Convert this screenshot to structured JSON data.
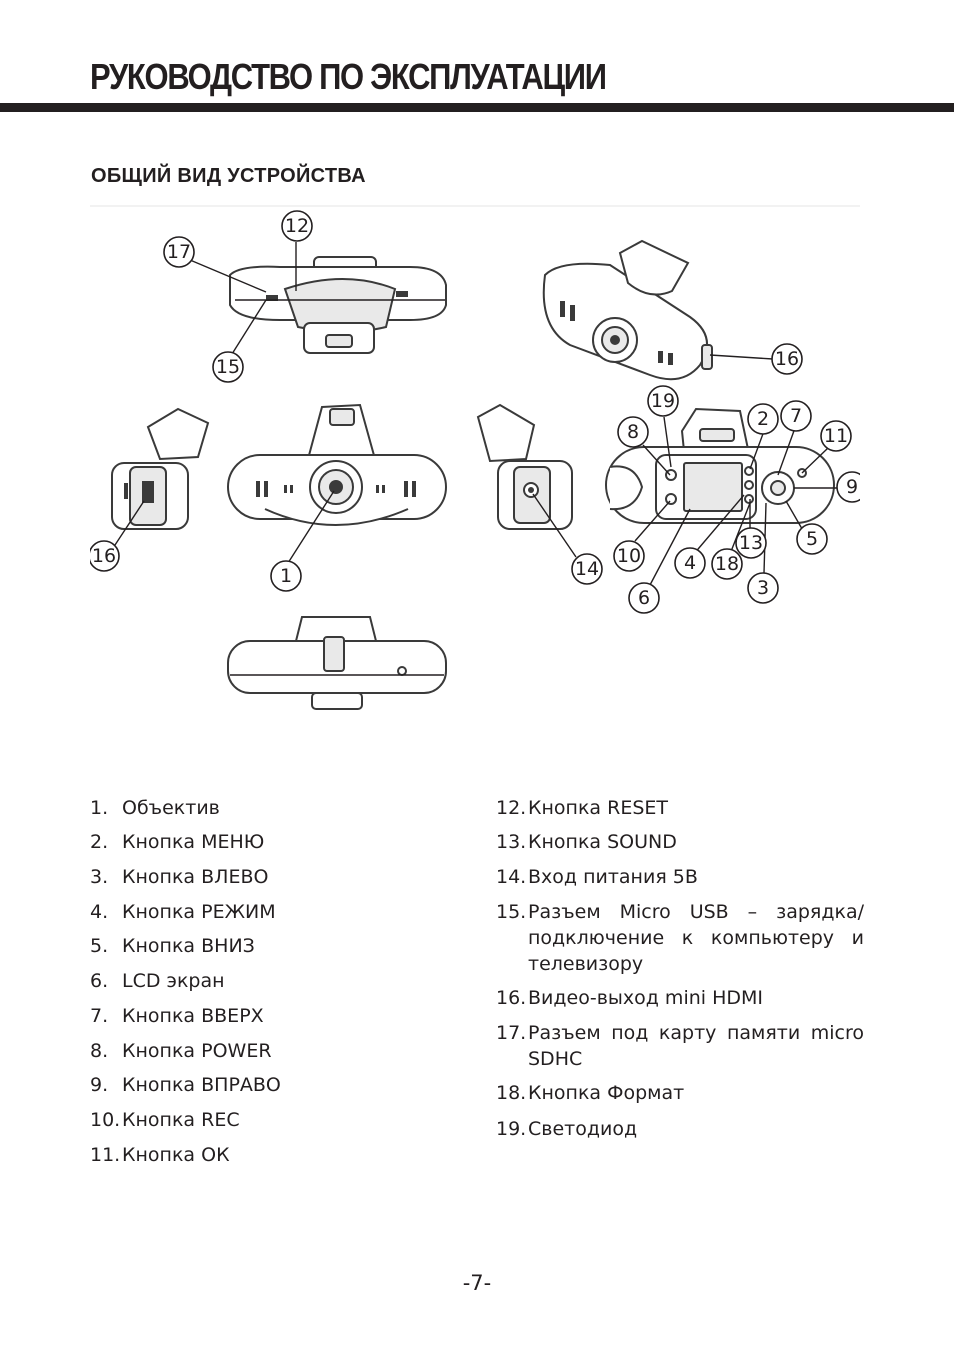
{
  "header": {
    "title": "РУКОВОДСТВО ПО ЭКСПЛУАТАЦИИ"
  },
  "section": {
    "title": "ОБЩИЙ ВИД УСТРОЙСТВА"
  },
  "figure": {
    "callouts": [
      "1",
      "2",
      "3",
      "4",
      "5",
      "6",
      "7",
      "8",
      "9",
      "10",
      "11",
      "12",
      "13",
      "14",
      "15",
      "16",
      "16",
      "17",
      "18",
      "19"
    ]
  },
  "parts_left": [
    {
      "num": "1.",
      "label": "Объектив"
    },
    {
      "num": "2.",
      "label": "Кнопка МЕНЮ"
    },
    {
      "num": "3.",
      "label": "Кнопка ВЛЕВО"
    },
    {
      "num": "4.",
      "label": "Кнопка РЕЖИМ"
    },
    {
      "num": "5.",
      "label": "Кнопка ВНИЗ"
    },
    {
      "num": "6.",
      "label": "LCD экран"
    },
    {
      "num": "7.",
      "label": "Кнопка ВВЕРХ"
    },
    {
      "num": "8.",
      "label": "Кнопка POWER"
    },
    {
      "num": "9.",
      "label": "Кнопка ВПРАВО"
    },
    {
      "num": "10.",
      "label": "Кнопка REC"
    },
    {
      "num": "11.",
      "label": "Кнопка ОК"
    }
  ],
  "parts_right": [
    {
      "num": "12.",
      "label": "Кнопка RESET"
    },
    {
      "num": "13.",
      "label": "Кнопка SOUND"
    },
    {
      "num": "14.",
      "label": "Вход питания 5В"
    },
    {
      "num": "15.",
      "label": "Разъем Micro USB – зарядка/ подключение к компьютеру и телевизору"
    },
    {
      "num": "16.",
      "label": "Видео-выход mini HDMI"
    },
    {
      "num": "17.",
      "label": "Разъем под карту памяти micro SDHC"
    },
    {
      "num": "18.",
      "label": "Кнопка Формат"
    },
    {
      "num": "19.",
      "label": "Светодиод"
    }
  ],
  "footer": {
    "page_number": "-7-"
  }
}
